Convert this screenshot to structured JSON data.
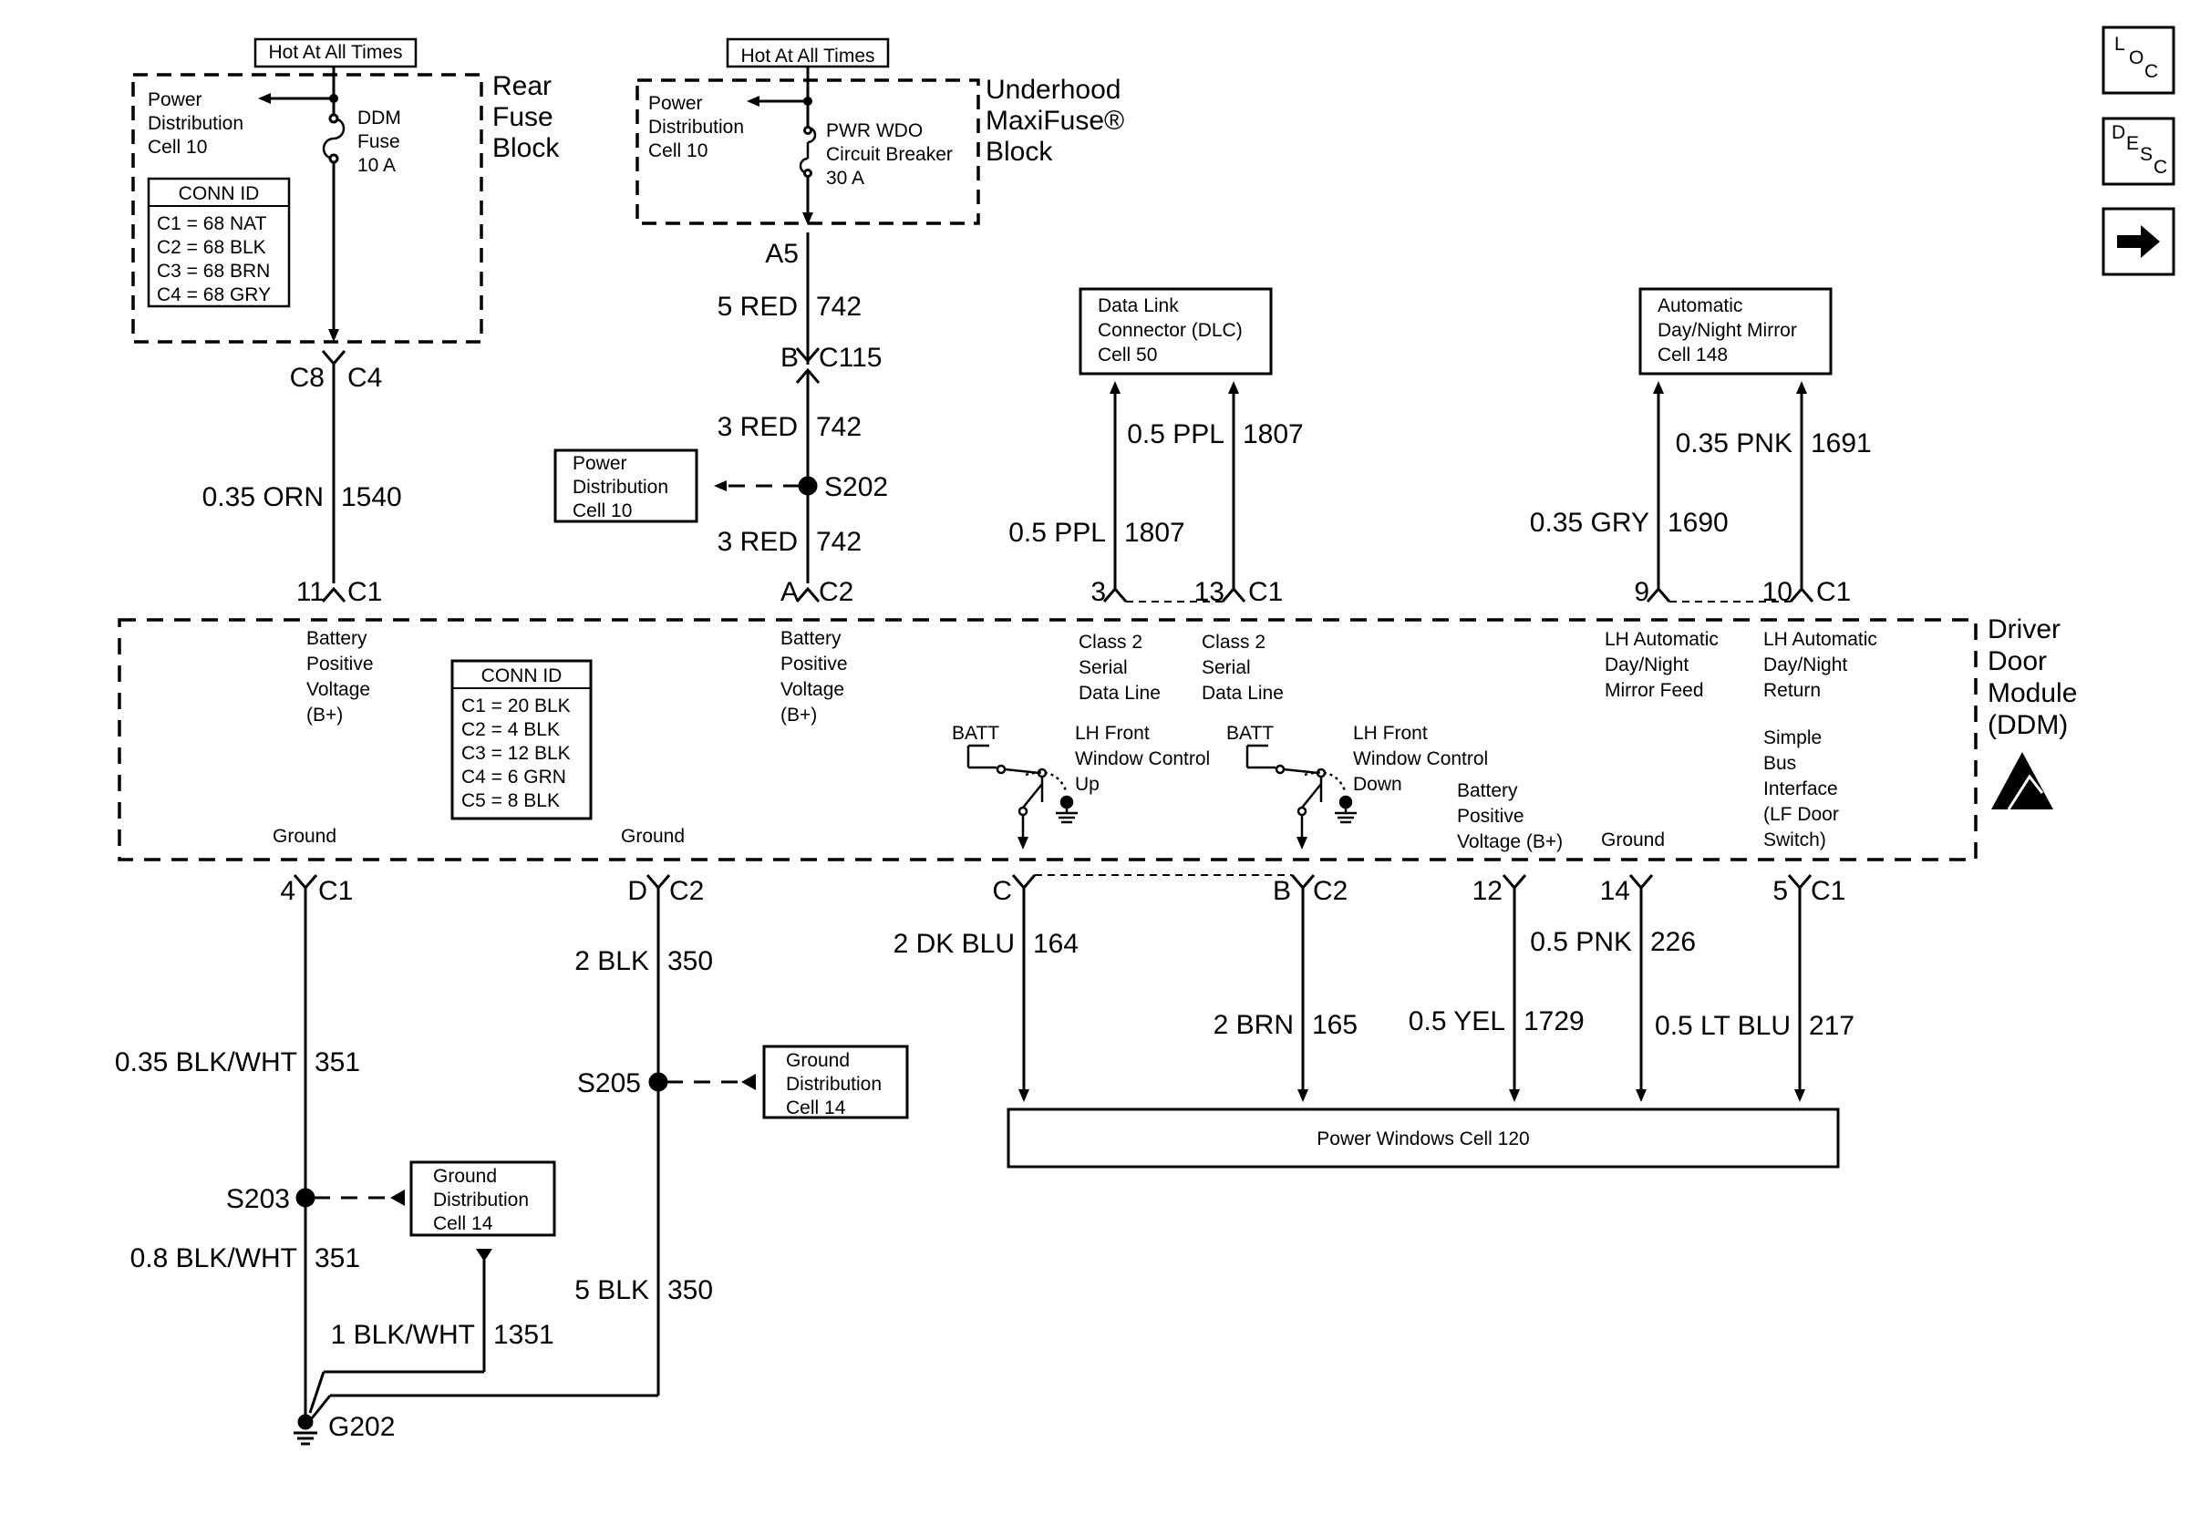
{
  "rear_fuse": {
    "hot_label": "Hot At All Times",
    "title": [
      "Rear",
      "Fuse",
      "Block"
    ],
    "pd_label": [
      "Power",
      "Distribution",
      "Cell 10"
    ],
    "fuse_label": [
      "DDM",
      "Fuse",
      "10 A"
    ],
    "conn_title": "CONN ID",
    "conn_rows": [
      "C1 = 68 NAT",
      "C2 = 68 BLK",
      "C3 = 68 BRN",
      "C4 = 68 GRY"
    ]
  },
  "maxifuse": {
    "hot_label": "Hot At All Times",
    "title": [
      "Underhood",
      "MaxiFuse®",
      "Block"
    ],
    "pd_label": [
      "Power",
      "Distribution",
      "Cell 10"
    ],
    "breaker_label": [
      "PWR WDO",
      "Circuit Breaker",
      "30 A"
    ],
    "terminal": "A5"
  },
  "dlc_box": [
    "Data Link",
    "Connector (DLC)",
    "Cell 50"
  ],
  "mirror_box": [
    "Automatic",
    "Day/Night Mirror",
    "Cell 148"
  ],
  "pd_box_s202": [
    "Power",
    "Distribution",
    "Cell 10"
  ],
  "gd_box_s205": [
    "Ground",
    "Distribution",
    "Cell 14"
  ],
  "gd_box_s203": [
    "Ground",
    "Distribution",
    "Cell 14"
  ],
  "power_windows": "Power Windows Cell 120",
  "ddm": {
    "title": [
      "Driver",
      "Door",
      "Module",
      "(DDM)"
    ],
    "conn_title": "CONN ID",
    "conn_rows": [
      "C1 = 20 BLK",
      "C2 = 4 BLK",
      "C3 = 12 BLK",
      "C4 = 6 GRN",
      "C5 = 8 BLK"
    ],
    "bplus_1": [
      "Battery",
      "Positive",
      "Voltage",
      "(B+)"
    ],
    "bplus_2": [
      "Battery",
      "Positive",
      "Voltage",
      "(B+)"
    ],
    "class2_a": [
      "Class 2",
      "Serial",
      "Data Line"
    ],
    "class2_b": [
      "Class 2",
      "Serial",
      "Data Line"
    ],
    "mirror_feed": [
      "LH Automatic",
      "Day/Night",
      "Mirror Feed"
    ],
    "mirror_return": [
      "LH Automatic",
      "Day/Night",
      "Return"
    ],
    "window_up": [
      "LH Front",
      "Window Control",
      "Up"
    ],
    "window_down": [
      "LH Front",
      "Window Control",
      "Down"
    ],
    "batt_1": "BATT",
    "batt_2": "BATT",
    "bplus_3": [
      "Battery",
      "Positive",
      "Voltage (B+)"
    ],
    "ground_1": "Ground",
    "ground_2": "Ground",
    "ground_3": "Ground",
    "sbi": [
      "Simple",
      "Bus",
      "Interface",
      "(LF Door",
      "Switch)"
    ]
  },
  "pins_top": {
    "c8": "C8",
    "c4": "C4",
    "c115_b": "B",
    "c115": "C115",
    "p11": "11",
    "c1_a": "C1",
    "pA": "A",
    "c2_a": "C2",
    "p3": "3",
    "p13": "13",
    "c1_b": "C1",
    "p9": "9",
    "p10": "10",
    "c1_c": "C1"
  },
  "pins_bottom": {
    "p4": "4",
    "c1_d": "C1",
    "pD": "D",
    "c2_b": "C2",
    "pC": "C",
    "pB": "B",
    "c2_c": "C2",
    "p12": "12",
    "p14": "14",
    "p5": "5",
    "c1_e": "C1"
  },
  "splices": {
    "s202": "S202",
    "s205": "S205",
    "s203": "S203",
    "g202": "G202"
  },
  "wires": {
    "w1540_color": "0.35 ORN",
    "w1540_num": "1540",
    "w742a_color": "5 RED",
    "w742a_num": "742",
    "w742b_color": "3 RED",
    "w742b_num": "742",
    "w742c_color": "3 RED",
    "w742c_num": "742",
    "w1807a_color": "0.5 PPL",
    "w1807a_num": "1807",
    "w1807b_color": "0.5 PPL",
    "w1807b_num": "1807",
    "w1690_color": "0.35 GRY",
    "w1690_num": "1690",
    "w1691_color": "0.35 PNK",
    "w1691_num": "1691",
    "w351a_color": "0.35 BLK/WHT",
    "w351a_num": "351",
    "w351b_color": "0.8 BLK/WHT",
    "w351b_num": "351",
    "w1351_color": "1 BLK/WHT",
    "w1351_num": "1351",
    "w350a_color": "2 BLK",
    "w350a_num": "350",
    "w350b_color": "5 BLK",
    "w350b_num": "350",
    "w164_color": "2 DK BLU",
    "w164_num": "164",
    "w165_color": "2 BRN",
    "w165_num": "165",
    "w1729_color": "0.5 YEL",
    "w1729_num": "1729",
    "w226_color": "0.5 PNK",
    "w226_num": "226",
    "w217_color": "0.5 LT BLU",
    "w217_num": "217"
  },
  "side_icons": {
    "loc": "LOC",
    "desc": "DESC",
    "next": "next-arrow-icon"
  }
}
